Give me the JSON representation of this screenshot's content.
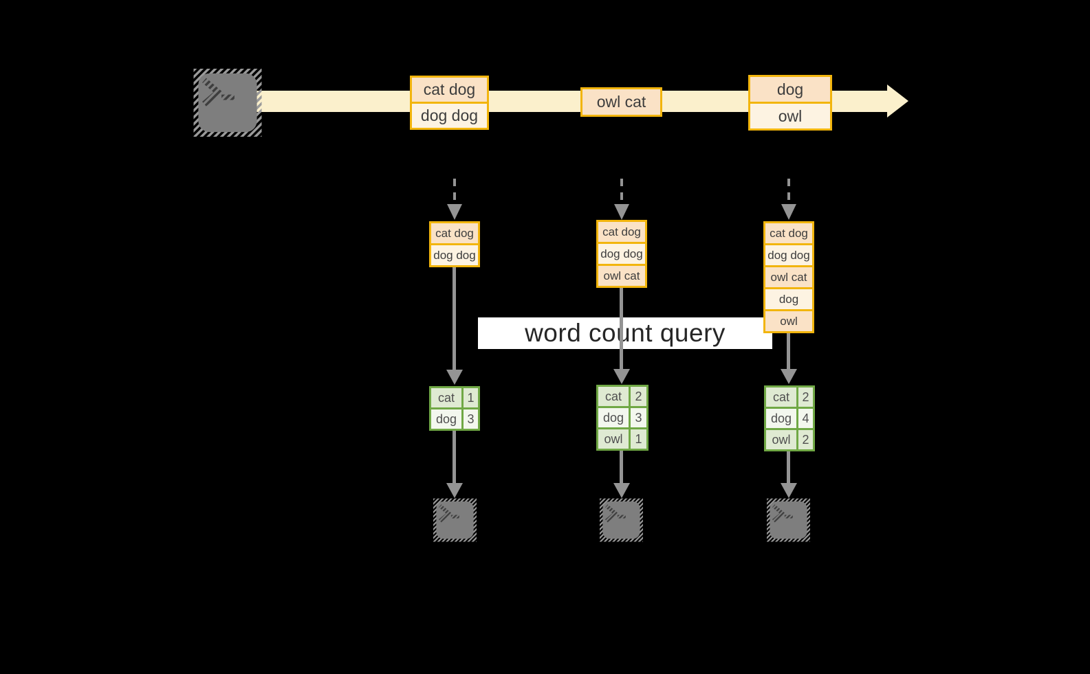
{
  "diagram": {
    "query_label": "word count query",
    "source_icon": "terminal",
    "sink_icon": "terminal",
    "stream_batches": [
      {
        "rows": [
          "cat dog",
          "dog dog"
        ]
      },
      {
        "rows": [
          "owl cat"
        ]
      },
      {
        "rows": [
          "dog",
          "owl"
        ]
      }
    ],
    "input_tables": [
      {
        "rows": [
          "cat dog",
          "dog dog"
        ]
      },
      {
        "rows": [
          "cat dog",
          "dog dog",
          "owl cat"
        ]
      },
      {
        "rows": [
          "cat dog",
          "dog dog",
          "owl cat",
          "dog",
          "owl"
        ]
      }
    ],
    "result_tables": [
      {
        "rows": [
          {
            "word": "cat",
            "count": "1"
          },
          {
            "word": "dog",
            "count": "3"
          }
        ]
      },
      {
        "rows": [
          {
            "word": "cat",
            "count": "2"
          },
          {
            "word": "dog",
            "count": "3"
          },
          {
            "word": "owl",
            "count": "1"
          }
        ]
      },
      {
        "rows": [
          {
            "word": "cat",
            "count": "2"
          },
          {
            "word": "dog",
            "count": "4"
          },
          {
            "word": "owl",
            "count": "2"
          }
        ]
      }
    ],
    "colors": {
      "background": "#000000",
      "gold_border": "#f2b50d",
      "peach_dark": "#fae2c6",
      "peach_light": "#fdf3e2",
      "stream_cream": "#fbf0cc",
      "green_border": "#70a845",
      "sage_dark": "#dfead2",
      "sage_light": "#f3f7ee",
      "arrow_gray": "#949494",
      "label_bg": "#ffffff",
      "text_dark": "#3d3d3d"
    }
  }
}
